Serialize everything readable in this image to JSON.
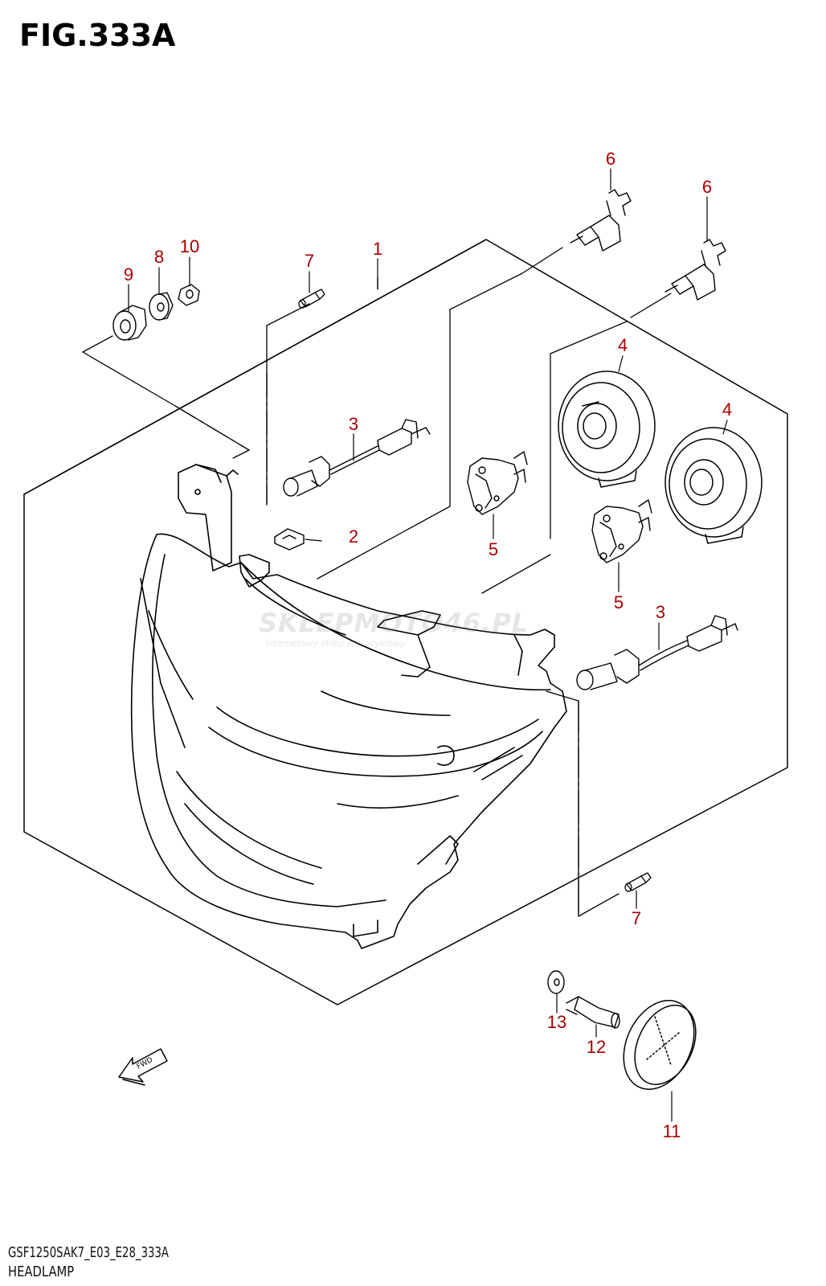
{
  "figure": {
    "title": "FIG.333A",
    "code": "GSF1250SAK7_E03_E28_333A",
    "name": "HEADLAMP"
  },
  "direction_arrow": {
    "label": "FWD",
    "icon": "fwd-arrow-icon"
  },
  "watermark": {
    "brand": "SKLEPMOTO46.PL",
    "tagline": "internetowy sklep motocyklowy"
  },
  "callouts": [
    {
      "id": "c1",
      "label": "1"
    },
    {
      "id": "c2",
      "label": "2"
    },
    {
      "id": "c3a",
      "label": "3"
    },
    {
      "id": "c3b",
      "label": "3"
    },
    {
      "id": "c4a",
      "label": "4"
    },
    {
      "id": "c4b",
      "label": "4"
    },
    {
      "id": "c5a",
      "label": "5"
    },
    {
      "id": "c5b",
      "label": "5"
    },
    {
      "id": "c6a",
      "label": "6"
    },
    {
      "id": "c6b",
      "label": "6"
    },
    {
      "id": "c7a",
      "label": "7"
    },
    {
      "id": "c7b",
      "label": "7"
    },
    {
      "id": "c8",
      "label": "8"
    },
    {
      "id": "c9",
      "label": "9"
    },
    {
      "id": "c10",
      "label": "10"
    },
    {
      "id": "c11",
      "label": "11"
    },
    {
      "id": "c12",
      "label": "12"
    },
    {
      "id": "c13",
      "label": "13"
    }
  ],
  "colors": {
    "line": "#000000",
    "callout": "#a80000",
    "background": "#ffffff"
  }
}
